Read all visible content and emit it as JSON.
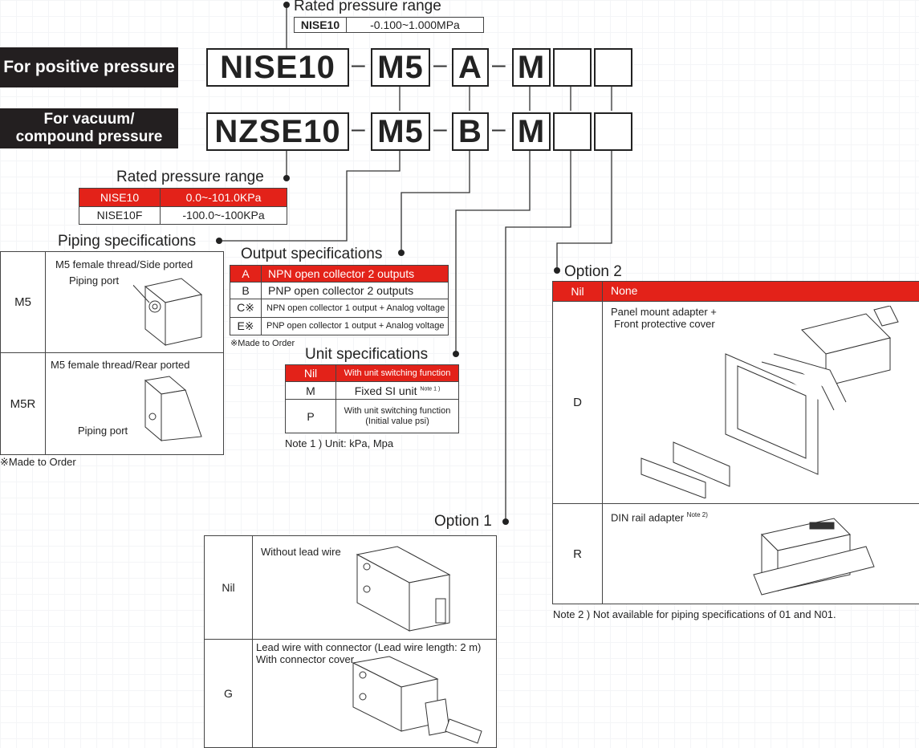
{
  "top_range": {
    "title": "Rated pressure range",
    "model": "NISE10",
    "value": "-0.100~1.000MPa"
  },
  "labels": {
    "positive": "For positive pressure",
    "vacuum_line1": "For vacuum/",
    "vacuum_line2": "compound pressure"
  },
  "row1": {
    "series": "NISE10",
    "piping": "M5",
    "output": "A",
    "unit": "M"
  },
  "row2": {
    "series": "NZSE10",
    "piping": "M5",
    "output": "B",
    "unit": "M"
  },
  "dash": "–",
  "rated_range2": {
    "title": "Rated pressure range",
    "rows": [
      {
        "model": "NISE10",
        "value": "0.0~-101.0KPa"
      },
      {
        "model": "NISE10F",
        "value": "-100.0~-100KPa"
      }
    ]
  },
  "piping": {
    "title": "Piping specifications",
    "rows": [
      {
        "code": "M5",
        "desc": "M5 female thread/Side ported",
        "port": "Piping port"
      },
      {
        "code": "M5R",
        "desc": "M5 female thread/Rear ported",
        "port": "Piping port"
      }
    ],
    "note": "※Made to Order"
  },
  "output": {
    "title": "Output specifications",
    "rows": [
      {
        "code": "A",
        "desc": "NPN open collector 2 outputs"
      },
      {
        "code": "B",
        "desc": "PNP open collector 2 outputs"
      },
      {
        "code": "C※",
        "desc": "NPN open collector 1 output + Analog voltage"
      },
      {
        "code": "E※",
        "desc": "PNP open collector 1 output + Analog voltage"
      }
    ],
    "note": "※Made to Order"
  },
  "unit": {
    "title": "Unit specifications",
    "rows": [
      {
        "code": "Nil",
        "desc": "With unit switching function"
      },
      {
        "code": "M",
        "desc": "Fixed SI unit",
        "sup": "Note 1 )"
      },
      {
        "code": "P",
        "desc": "With unit switching function",
        "desc2": "(Initial value psi)"
      }
    ],
    "note": "Note 1 )   Unit: kPa, Mpa"
  },
  "option2": {
    "title": "Option 2",
    "header_code": "Nil",
    "header_desc": "None",
    "rows": [
      {
        "code": "D",
        "desc_line1": "Panel mount adapter +",
        "desc_line2": "Front protective cover"
      },
      {
        "code": "R",
        "desc_line1": "DIN rail adapter",
        "sup": "Note 2)"
      }
    ],
    "note": "Note 2 )   Not available for piping specifications of 01 and N01."
  },
  "option1": {
    "title": "Option 1",
    "rows": [
      {
        "code": "Nil",
        "desc_line1": "Without lead wire"
      },
      {
        "code": "G",
        "desc_line1": "Lead wire with connector (Lead wire length: 2 m)",
        "desc_line2": "With connector cover"
      }
    ]
  },
  "colors": {
    "accent_red": "#e32219",
    "label_black": "#231f20"
  }
}
